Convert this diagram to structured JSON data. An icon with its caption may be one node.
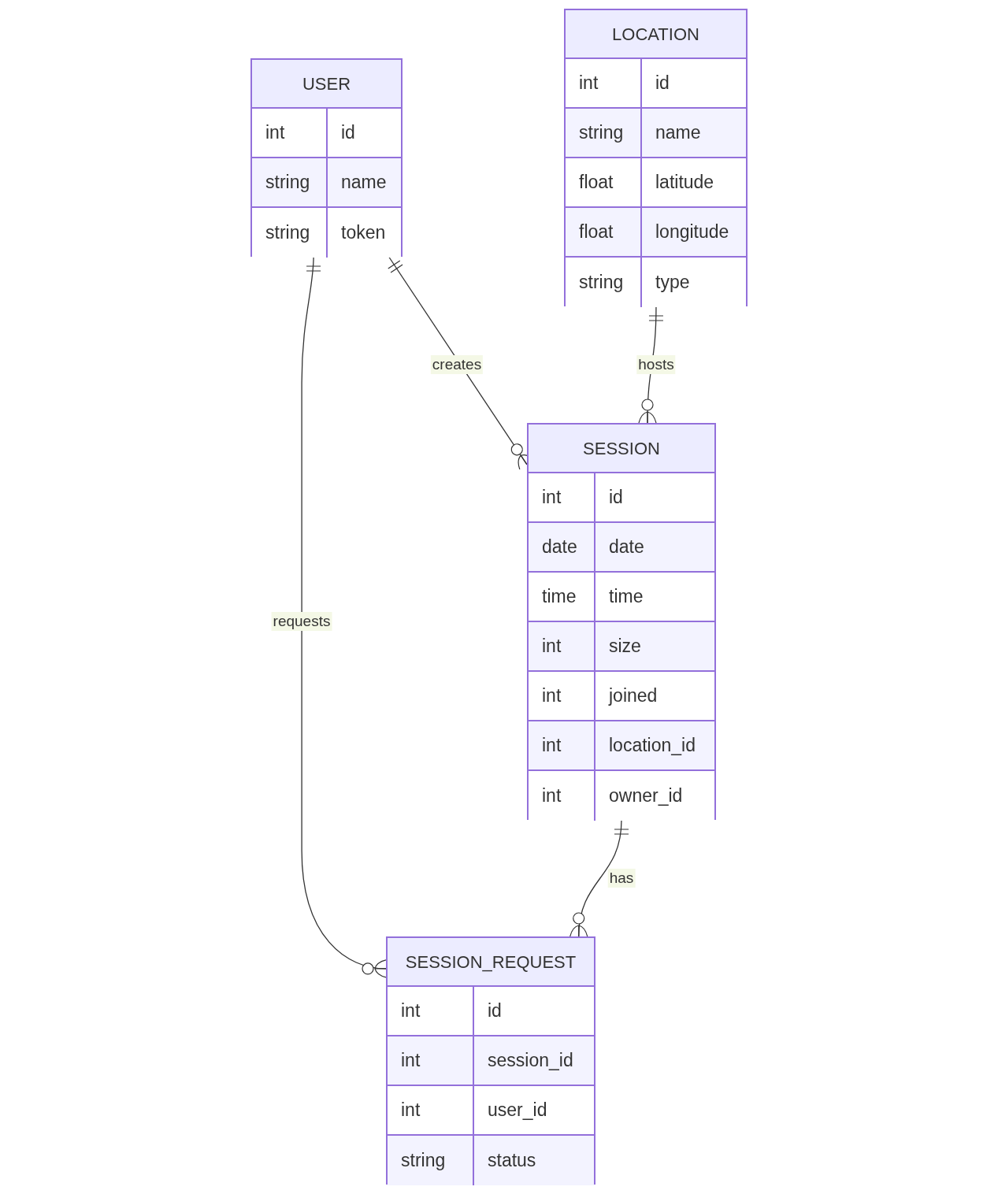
{
  "diagram": {
    "nodes": [
      {
        "text": [
          "USER",
          "int",
          "id",
          "string",
          "name",
          "string",
          "token"
        ]
      },
      {
        "text": [
          "LOCATION",
          "int",
          "id",
          "string",
          "name",
          "float",
          "latitude",
          "float",
          "longitude",
          "string",
          "type"
        ]
      },
      {
        "text": [
          "SESSION",
          "int",
          "id",
          "date",
          "date",
          "time",
          "time",
          "int",
          "size",
          "int",
          "joined",
          "int",
          "location_id",
          "int",
          "owner_id"
        ]
      },
      {
        "text": [
          "SESSION_REQUEST",
          "int",
          "id",
          "int",
          "session_id",
          "int",
          "user_id",
          "string",
          "status"
        ]
      }
    ],
    "edges": [
      {
        "from": 0,
        "to": 2,
        "arrow": "other",
        "label": "creates"
      },
      {
        "from": 1,
        "to": 2,
        "arrow": "other",
        "label": "hosts"
      },
      {
        "from": 2,
        "to": 3,
        "arrow": "other",
        "label": "has"
      },
      {
        "from": 0,
        "to": 3,
        "arrow": "other",
        "label": "requests"
      }
    ]
  }
}
